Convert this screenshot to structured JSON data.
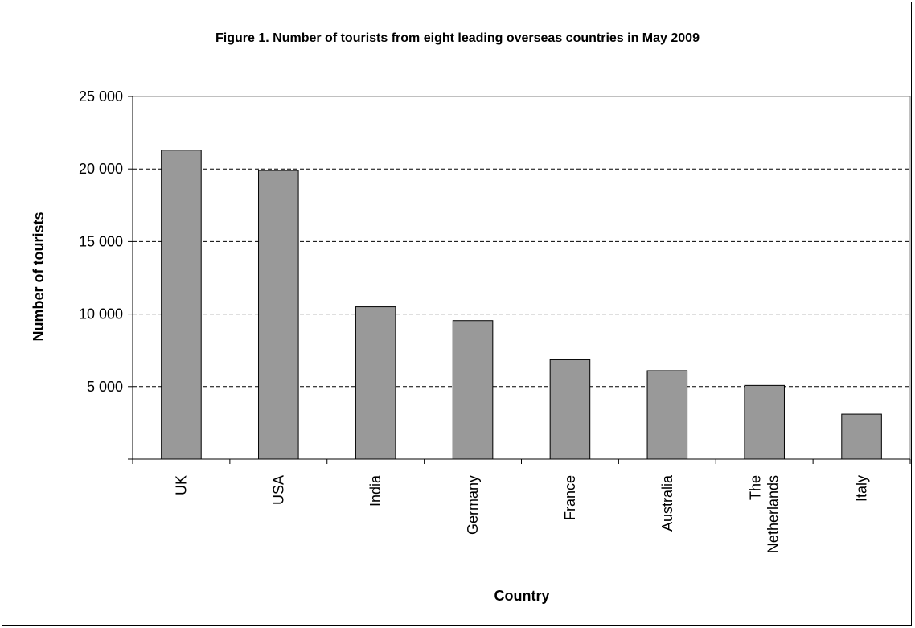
{
  "chart_data": {
    "type": "bar",
    "title": "Figure 1. Number of tourists from eight leading overseas countries in May 2009",
    "xlabel": "Country",
    "ylabel": "Number of tourists",
    "categories": [
      [
        "UK"
      ],
      [
        "USA"
      ],
      [
        "India"
      ],
      [
        "Germany"
      ],
      [
        "France"
      ],
      [
        "Australia"
      ],
      [
        "The",
        "Netherlands"
      ],
      [
        "Italy"
      ]
    ],
    "values": [
      21300,
      19900,
      10500,
      9550,
      6850,
      6100,
      5080,
      3100
    ],
    "ylim": [
      0,
      25000
    ],
    "yticks": [
      0,
      5000,
      10000,
      15000,
      20000,
      25000
    ],
    "ytick_labels": [
      "",
      "5 000",
      "10 000",
      "15 000",
      "20 000",
      "25 000"
    ],
    "grid": "horizontal-dashed",
    "legend": "none",
    "bar_color": "#999999",
    "bar_stroke": "#000000"
  }
}
